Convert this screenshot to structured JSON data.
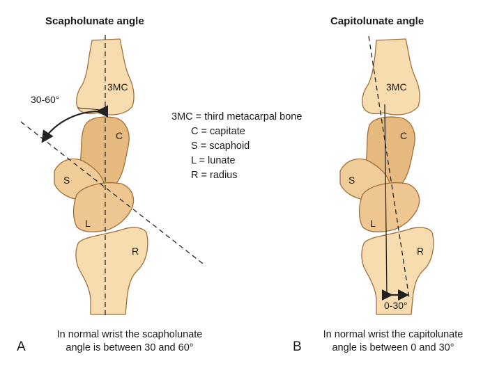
{
  "colors": {
    "bone_fill": "#f7dcb0",
    "bone_dark": "#e6b97e",
    "outline": "#a06f3a",
    "line": "#222222"
  },
  "panel_a": {
    "title": "Scapholunate angle",
    "angle_label": "30-60°",
    "bone_labels": {
      "metacarpal": "3MC",
      "capitate": "C",
      "scaphoid": "S",
      "lunate": "L",
      "radius": "R"
    },
    "caption_line1": "In normal wrist the scapholunate",
    "caption_line2": "angle is between 30 and 60°",
    "letter": "A"
  },
  "panel_b": {
    "title": "Capitolunate angle",
    "angle_label": "0-30°",
    "bone_labels": {
      "metacarpal": "3MC",
      "capitate": "C",
      "scaphoid": "S",
      "lunate": "L",
      "radius": "R"
    },
    "caption_line1": "In normal wrist the capitolunate",
    "caption_line2": "angle is between 0 and 30°",
    "letter": "B"
  },
  "legend": [
    "3MC = third metacarpal bone",
    "C = capitate",
    "S = scaphoid",
    "L = lunate",
    "R = radius"
  ]
}
